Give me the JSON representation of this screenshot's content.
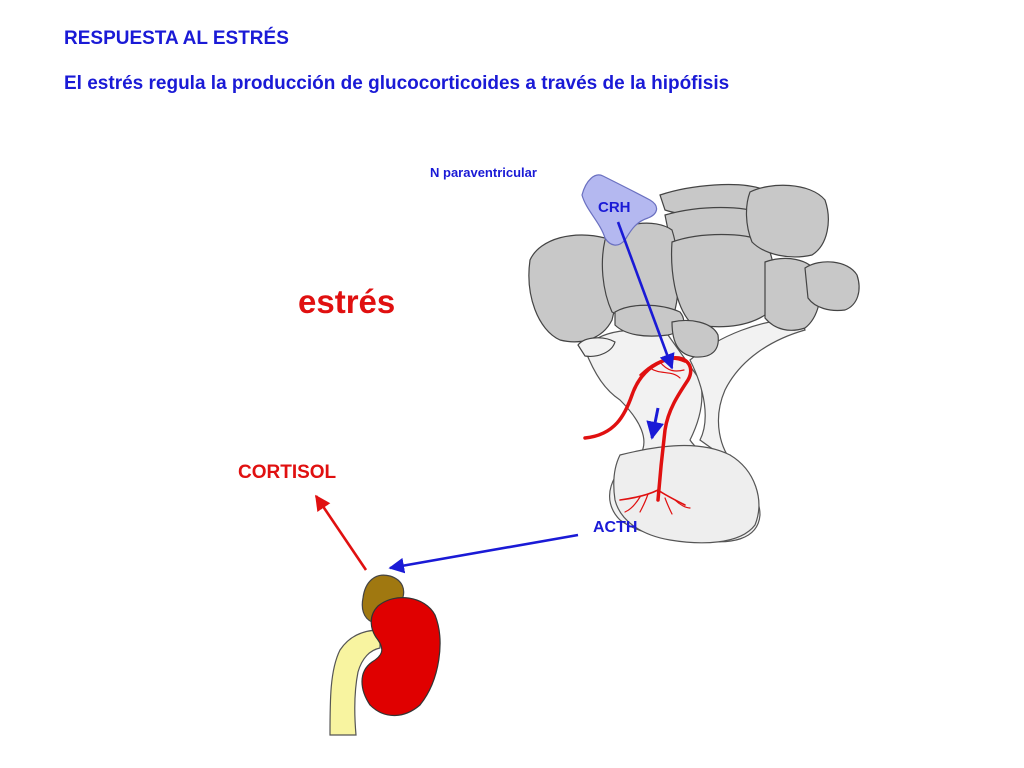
{
  "slide": {
    "title": "RESPUESTA AL ESTRÉS",
    "subtitle": "El estrés regula la producción de glucocorticoides a través de la hipófisis"
  },
  "labels": {
    "paraventricular": "N paraventricular",
    "crh": "CRH",
    "stress": "estrés",
    "cortisol": "CORTISOL",
    "acth": "ACTH"
  },
  "colors": {
    "title_text": "#1a1ad6",
    "arrow_blue": "#1a1ad6",
    "arrow_red": "#e01010",
    "brain": "#c8c8c8",
    "paraventricular_nucleus": "#b4b8f0",
    "kidney": "#e00000",
    "adrenal_gland": "#a07810",
    "ureter": "#f8f4a0",
    "blood_vessels": "#e01010"
  }
}
